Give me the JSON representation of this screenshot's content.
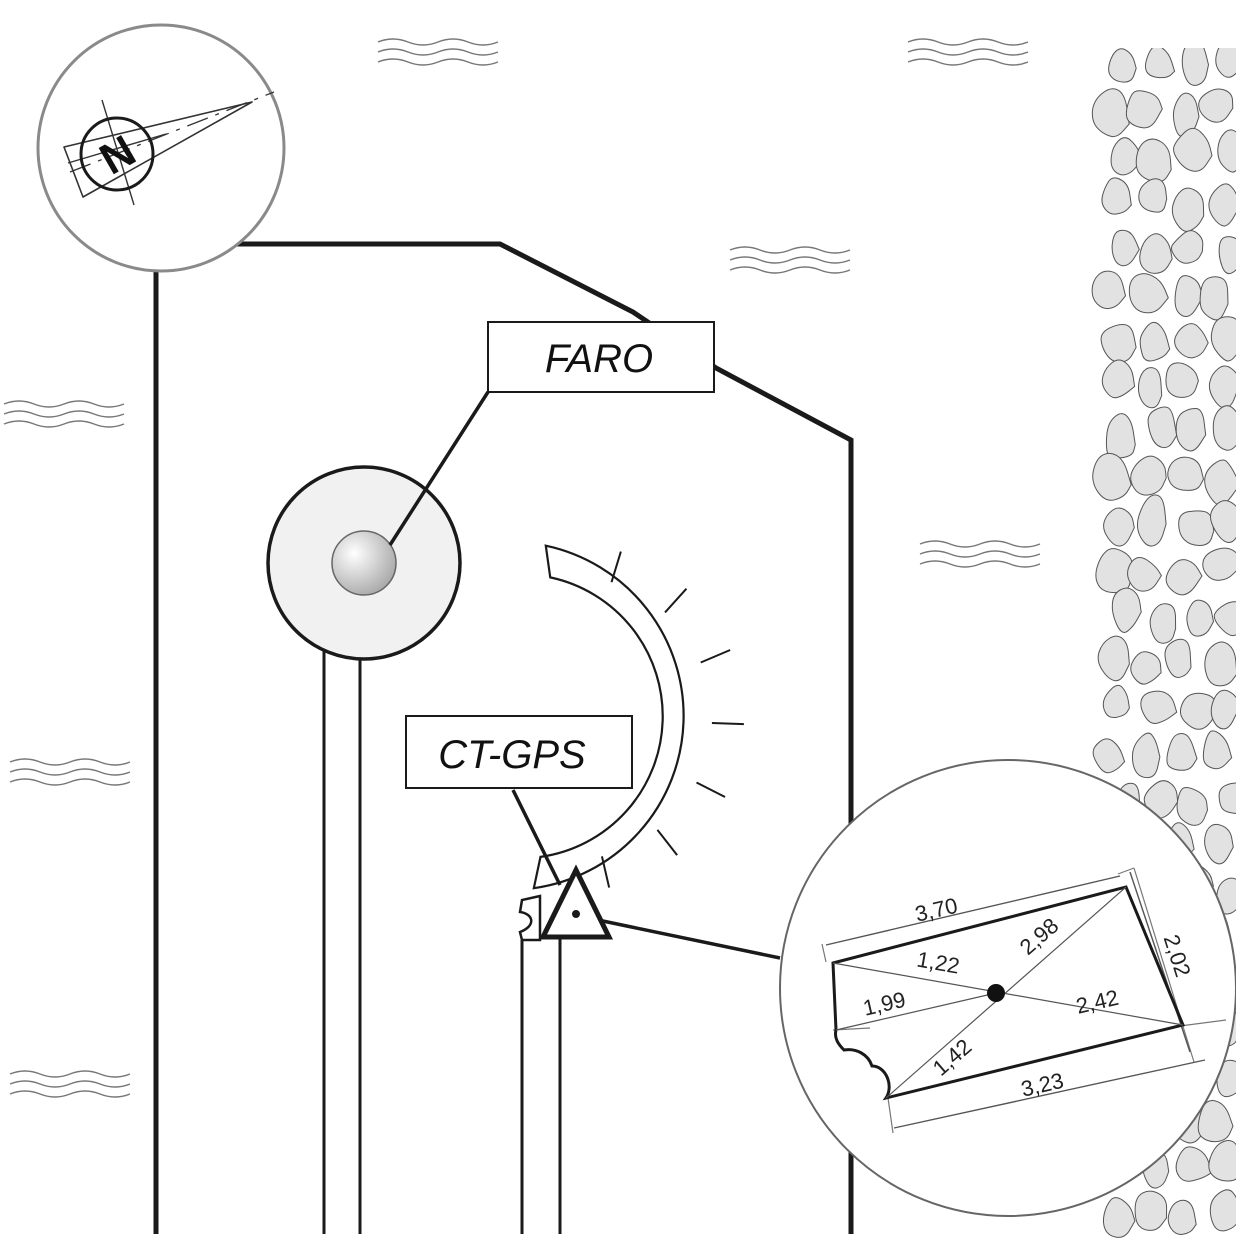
{
  "labels": {
    "faro": "FARO",
    "ctgps": "CT-GPS",
    "compass": "N"
  },
  "measurements": {
    "top": "3,70",
    "bottom": "3,23",
    "right": "2,02",
    "diag_upper_right": "2,98",
    "diag_upper_left": "1,22",
    "diag_left": "1,99",
    "diag_right": "2,42",
    "diag_lower_left": "1,42"
  },
  "colors": {
    "line": "#1a1a1a",
    "circle_border": "#888888",
    "stone_fill": "#e2e2e2",
    "stone_stroke": "#555555",
    "water": "#777777"
  }
}
